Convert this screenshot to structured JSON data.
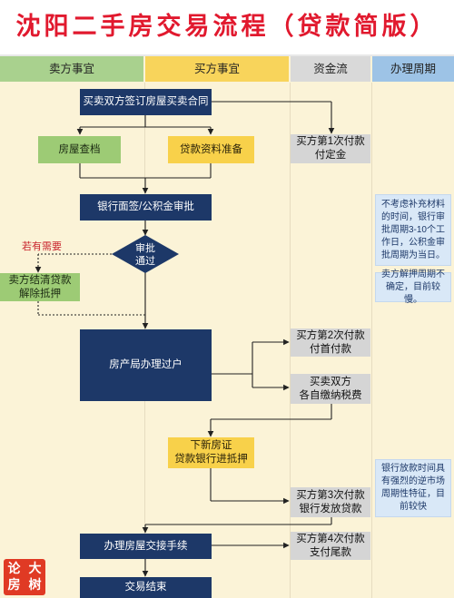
{
  "title": "沈阳二手房交易流程（贷款简版）",
  "columns": {
    "seller": "卖方事宜",
    "buyer": "买方事宜",
    "funds": "资金流",
    "period": "办理周期"
  },
  "steps": {
    "sign_contract": "买卖双方签订房屋买卖合同",
    "house_check": "房屋查档",
    "loan_prep": "贷款资料准备",
    "bank_interview": "银行面签/公积金审批",
    "approve": "审批\n通过",
    "seller_clear": "卖方结清贷款\n解除抵押",
    "transfer": "房产局办理过户",
    "new_cert": "下新房证\n贷款银行进抵押",
    "handover": "办理房屋交接手续",
    "done": "交易结束"
  },
  "funds": {
    "pay1": "买方第1次付款\n付定金",
    "pay2": "买方第2次付款\n付首付款",
    "taxes": "买卖双方\n各自缴纳税费",
    "pay3": "买方第3次付款\n银行发放贷款",
    "pay4": "买方第4次付款\n支付尾款"
  },
  "notes": {
    "if_needed": "若有需要",
    "approval_time": "不考虑补充材料的时间，银行审批周期3-10个工作日，公积金审批周期为当日。",
    "release_time": "卖方解押周期不确定，目前较慢。",
    "loan_time": "银行放款时间具有强烈的逆市场周期性特征，目前较快"
  },
  "stamp": {
    "c1": "论",
    "c2": "大",
    "c3": "房",
    "c4": "树"
  },
  "colors": {
    "title_red": "#e1192e",
    "seller_col": "#a9d18e",
    "buyer_col": "#f8d45b",
    "funds_col": "#d9d9d9",
    "period_col": "#9dc3e6",
    "navy": "#1d3868",
    "green": "#9dcb75",
    "yellow": "#f8d14a"
  }
}
